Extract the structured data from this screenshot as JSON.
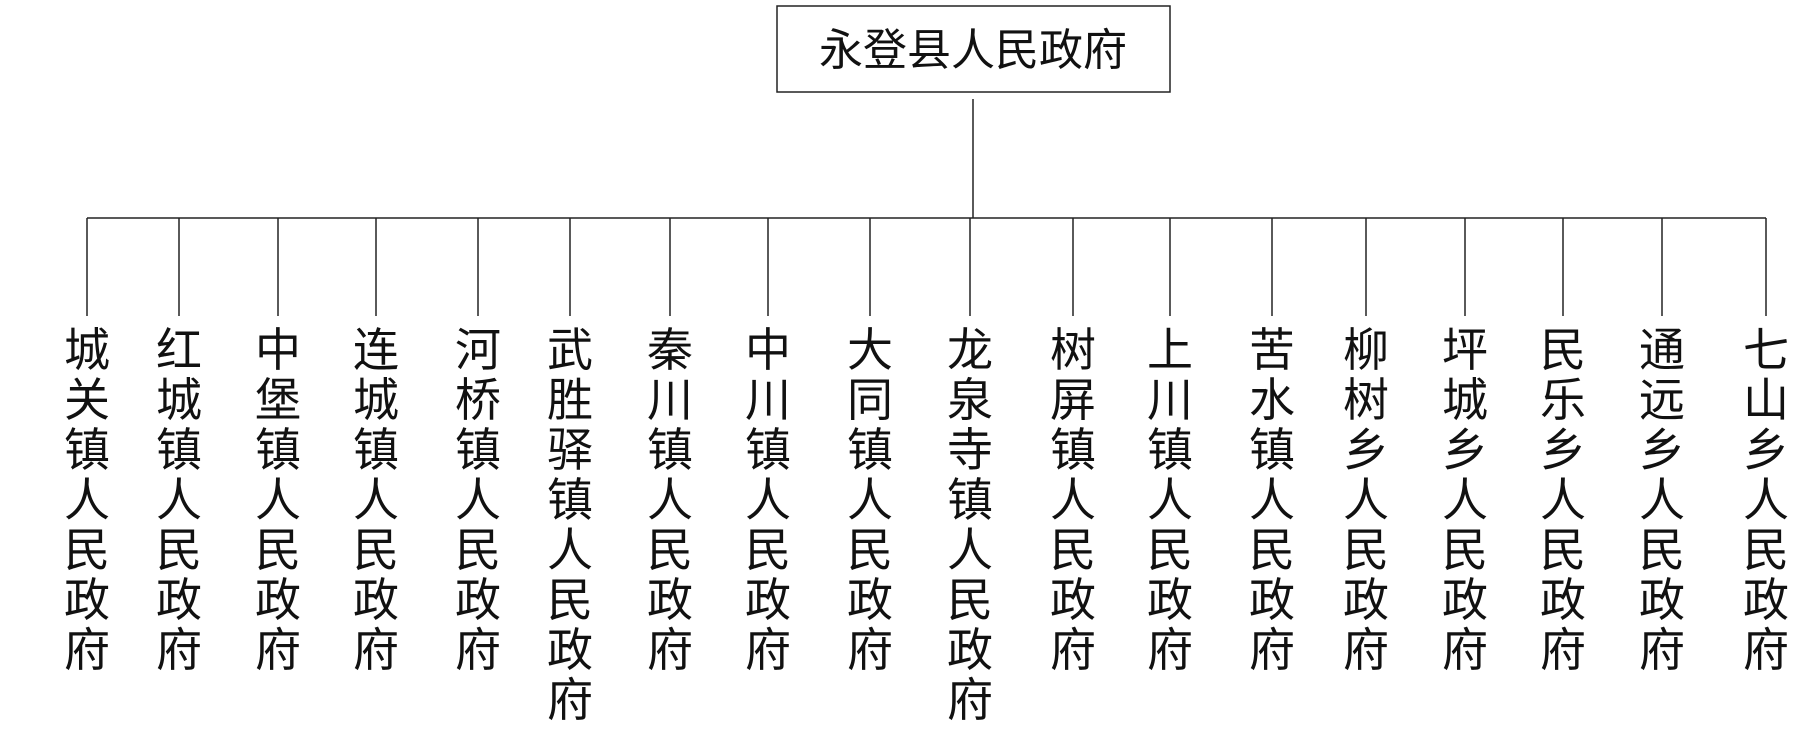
{
  "root": {
    "label": "永登县人民政府"
  },
  "children": [
    {
      "label": "城关镇人民政府"
    },
    {
      "label": "红城镇人民政府"
    },
    {
      "label": "中堡镇人民政府"
    },
    {
      "label": "连城镇人民政府"
    },
    {
      "label": "河桥镇人民政府"
    },
    {
      "label": "武胜驿镇人民政府"
    },
    {
      "label": "秦川镇人民政府"
    },
    {
      "label": "中川镇人民政府"
    },
    {
      "label": "大同镇人民政府"
    },
    {
      "label": "龙泉寺镇人民政府"
    },
    {
      "label": "树屏镇人民政府"
    },
    {
      "label": "上川镇人民政府"
    },
    {
      "label": "苦水镇人民政府"
    },
    {
      "label": "柳树乡人民政府"
    },
    {
      "label": "坪城乡人民政府"
    },
    {
      "label": "民乐乡人民政府"
    },
    {
      "label": "通远乡人民政府"
    },
    {
      "label": "七山乡人民政府"
    }
  ]
}
